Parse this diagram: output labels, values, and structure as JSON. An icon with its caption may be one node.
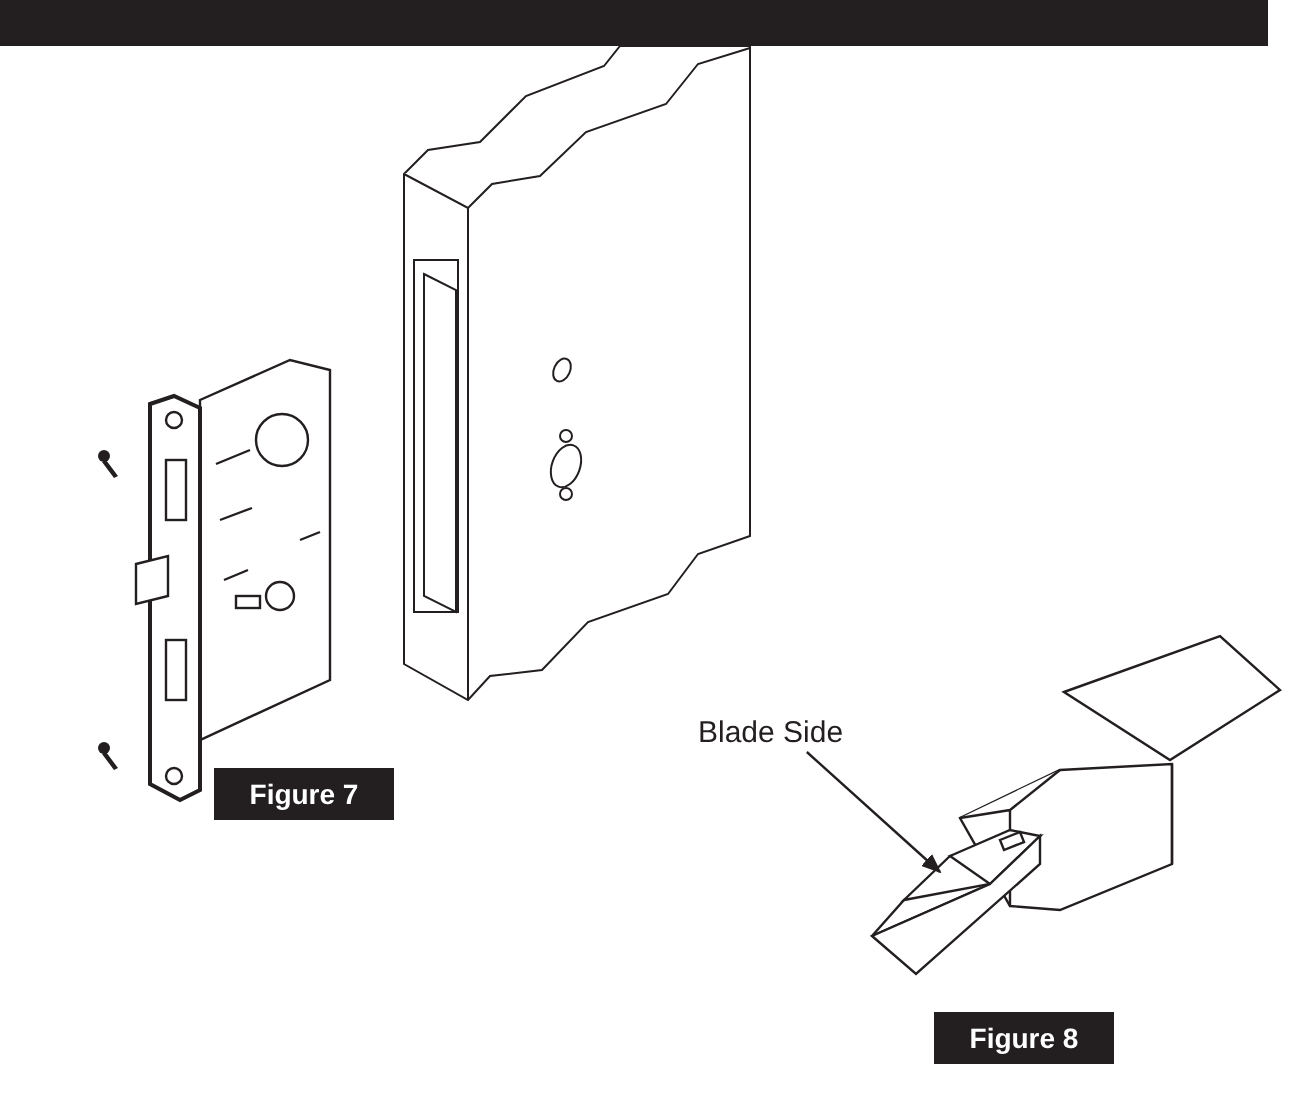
{
  "diagram": {
    "nodes": [
      {
        "text": [
          "Blade Side"
        ]
      },
      {
        "text": [],
        "shape": "picture"
      }
    ],
    "edges": [
      {
        "from": 0,
        "to": 1,
        "arrow": "to"
      }
    ],
    "labels": [
      "Figure 7",
      "Figure 8"
    ]
  }
}
